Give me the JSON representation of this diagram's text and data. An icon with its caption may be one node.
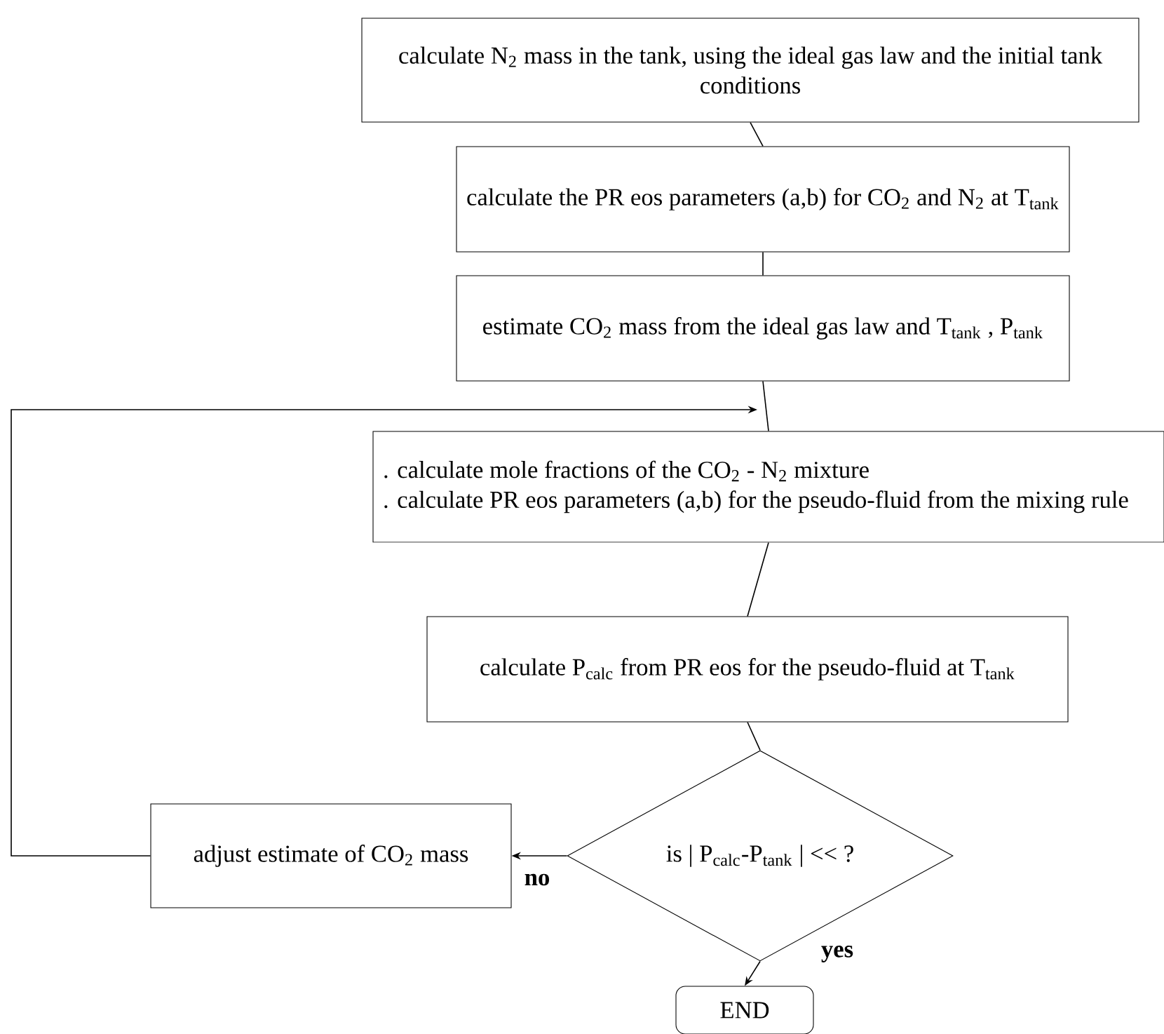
{
  "diagram": {
    "nodes": [
      {
        "text": [
          "calculate N$_{2}$ mass in the tank, using the ideal gas law and the initial tank conditions"
        ]
      },
      {
        "text": [
          "calculate the PR eos parameters (a,b) for CO$_{2}$ and N$_{2}$ at T$_{tank}$"
        ]
      },
      {
        "text": [
          "estimate CO$_{2}$ mass from the ideal gas law and T$_{tank}$ , P$_{tank}$"
        ]
      },
      {
        "text": [
          ". calculate mole fractions of the CO$_{2}$ - N$_{2}$ mixture",
          ". calculate PR eos parameters (a,b) for the pseudo-fluid from the mixing rule"
        ]
      },
      {
        "text": [
          "calculate P$_{calc}$ from PR eos for the pseudo-fluid at T$_{tank}$"
        ]
      },
      {
        "text": [
          "is | P$_{calc}$-P$_{tank}$ | << ?"
        ]
      },
      {
        "text": [
          "adjust estimate of CO$_{2}$ mass"
        ]
      },
      {
        "text": [
          "END"
        ]
      }
    ],
    "edges": [
      {
        "from": 0,
        "to": 1,
        "arrow": "none"
      },
      {
        "from": 1,
        "to": 2,
        "arrow": "none"
      },
      {
        "from": 2,
        "to": 3,
        "arrow": "none"
      },
      {
        "from": 3,
        "to": 4,
        "arrow": "none"
      },
      {
        "from": 4,
        "to": 5,
        "arrow": "none"
      },
      {
        "from": 5,
        "to": 6,
        "arrow": "to",
        "label": "no"
      },
      {
        "from": 5,
        "to": 7,
        "arrow": "to",
        "label": "yes"
      },
      {
        "from": 6,
        "to": 3,
        "arrow": "to"
      }
    ]
  }
}
